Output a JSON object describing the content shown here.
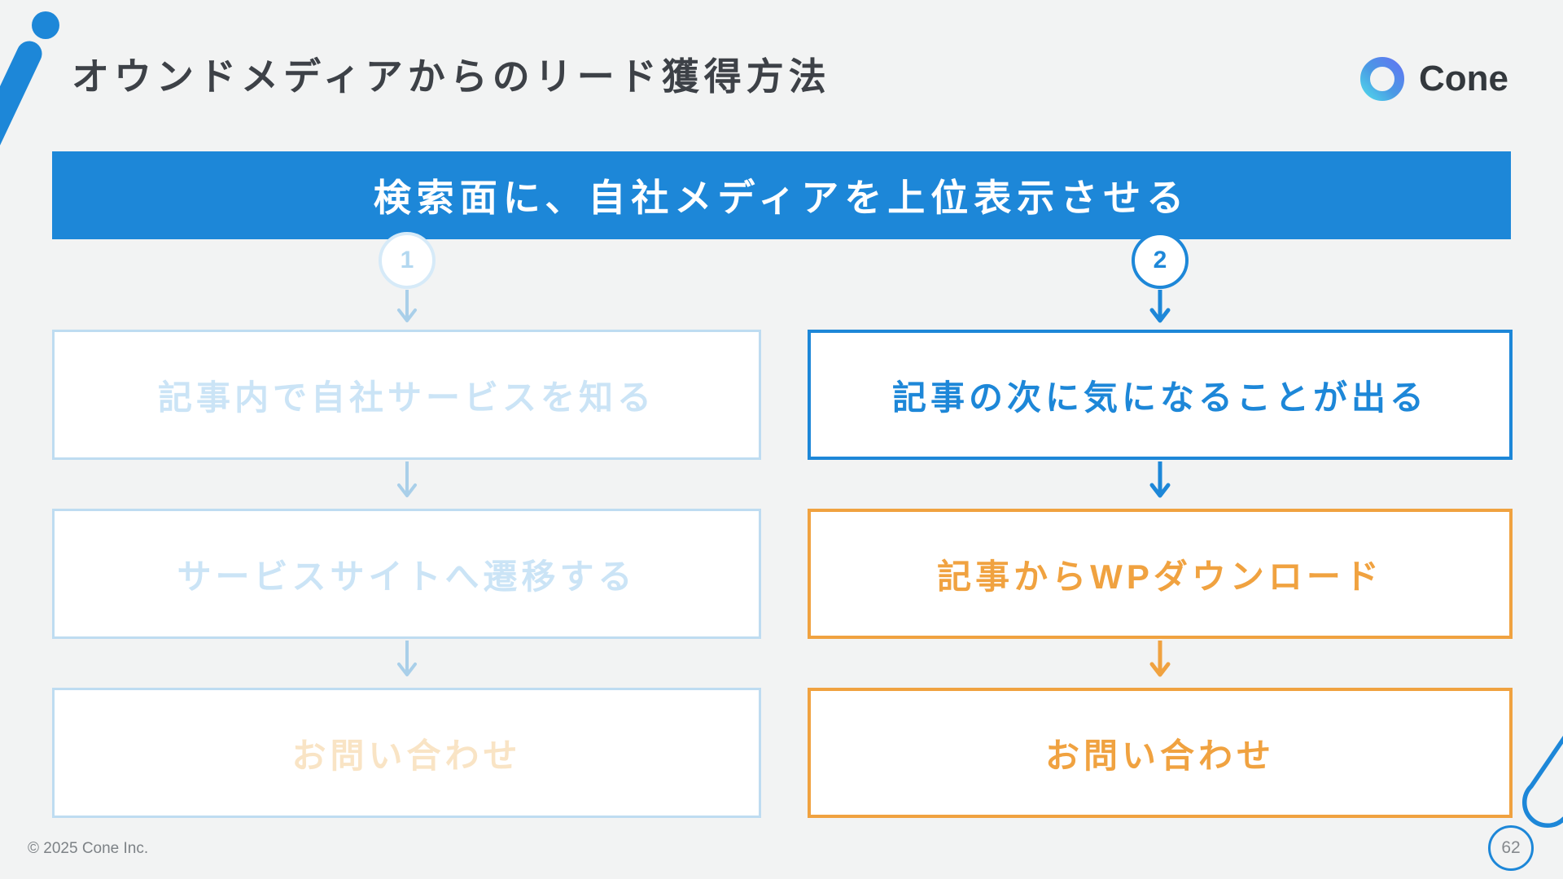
{
  "slide": {
    "title": "オウンドメディアからのリード獲得方法",
    "logo": {
      "name": "Cone"
    },
    "banner": {
      "label": "検索面に、自社メディアを上位表示させる"
    },
    "flows": [
      {
        "step": "1",
        "state": "faded",
        "boxes": [
          {
            "label": "記事内で自社サービスを知る"
          },
          {
            "label": "サービスサイトへ遷移する"
          },
          {
            "label": "お問い合わせ"
          }
        ]
      },
      {
        "step": "2",
        "state": "active",
        "boxes": [
          {
            "label": "記事の次に気になることが出る"
          },
          {
            "label": "記事からWPダウンロード"
          },
          {
            "label": "お問い合わせ"
          }
        ]
      }
    ],
    "footer": {
      "copyright": "© 2025 Cone Inc.",
      "page_number": "62"
    },
    "colors": {
      "accent_blue": "#1d87d8",
      "accent_orange": "#f0a240",
      "faded_blue_border": "#bedcf1",
      "faded_blue_text": "#cbe4f6",
      "faded_orange_text": "#f9e4c5",
      "background": "#f2f3f3",
      "title_text": "#3d4147"
    }
  }
}
